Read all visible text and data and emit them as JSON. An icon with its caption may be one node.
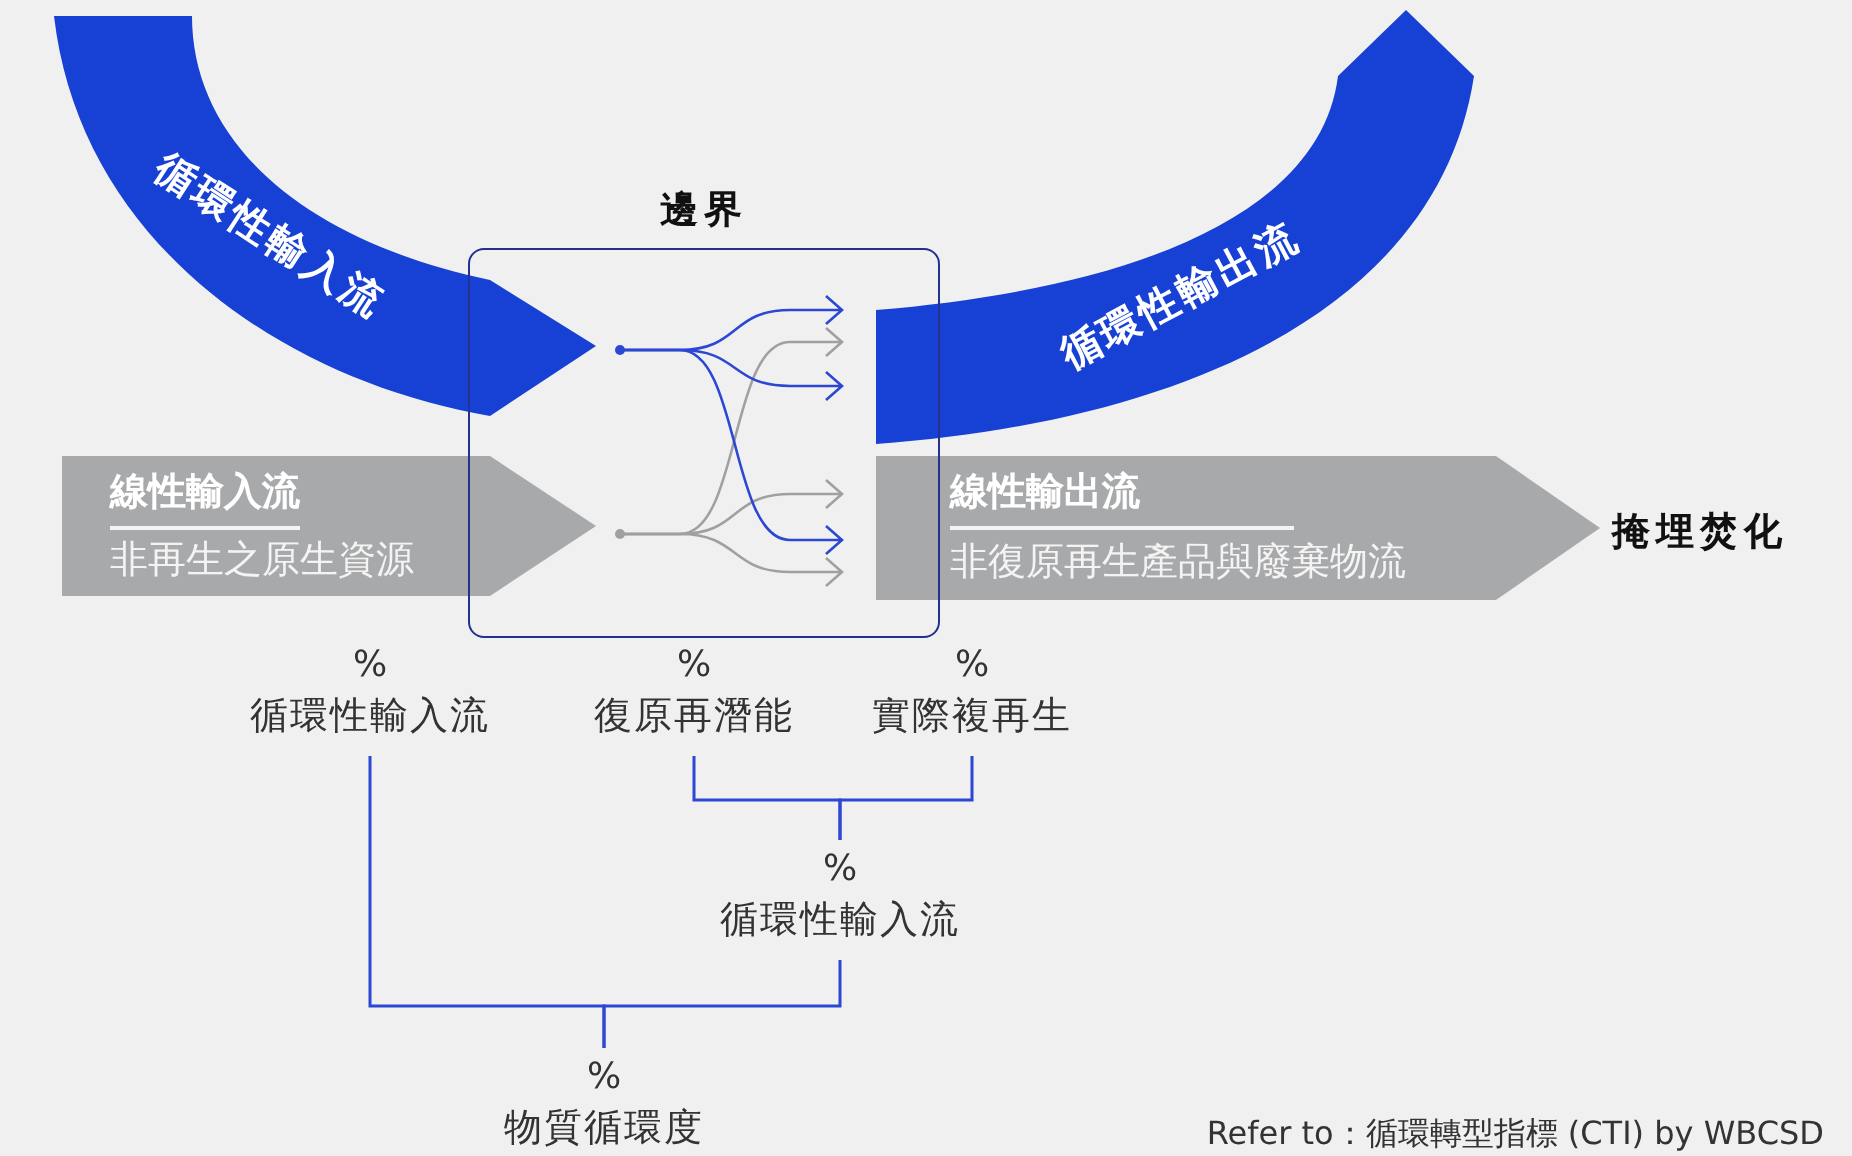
{
  "diagram": {
    "caption": "Refer to：循環轉型指標 (CTI) by WBCSD",
    "nodes": [
      {
        "text": [
          "邊界"
        ]
      },
      {
        "text": [
          "循環性輸入流"
        ]
      },
      {
        "text": [
          "線性輸入流",
          "非再生之原生資源"
        ]
      },
      {
        "text": [
          "循環性輸出流"
        ]
      },
      {
        "text": [
          "線性輸出流",
          "非復原再生產品與廢棄物流"
        ]
      },
      {
        "text": [
          "掩埋焚化"
        ]
      },
      {
        "text": [
          "%",
          "循環性輸入流"
        ]
      },
      {
        "text": [
          "%",
          "復原再潛能"
        ]
      },
      {
        "text": [
          "%",
          "實際複再生"
        ]
      },
      {
        "text": [
          "%",
          "循環性輸入流"
        ]
      },
      {
        "text": [
          "%",
          "物質循環度"
        ]
      }
    ],
    "edges": [
      {
        "from": 7,
        "to": 9,
        "arrow": "none"
      },
      {
        "from": 8,
        "to": 9,
        "arrow": "none"
      },
      {
        "from": 6,
        "to": 10,
        "arrow": "none"
      },
      {
        "from": 9,
        "to": 10,
        "arrow": "none"
      }
    ]
  }
}
